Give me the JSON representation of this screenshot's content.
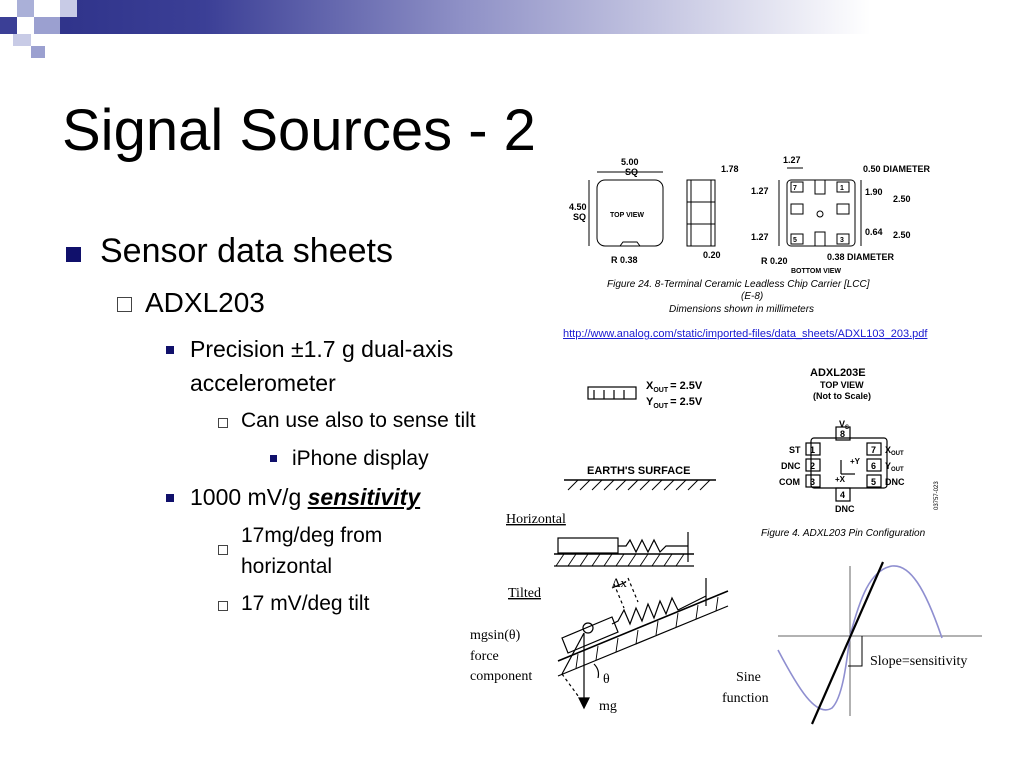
{
  "slide": {
    "title": "Signal Sources - 2",
    "bullets": {
      "b1": "Sensor data sheets",
      "b2": "ADXL203",
      "b3_line1": "Precision ±1.7 g dual-axis",
      "b3_line2": "accelerometer",
      "b4": "Can use also to sense tilt",
      "b5": "iPhone display",
      "b6_prefix": "1000 mV/g ",
      "b6_emph": "sensitivity",
      "b7_line1": "17mg/deg from",
      "b7_line2": "horizontal",
      "b8": "17 mV/deg tilt"
    }
  },
  "package_figure": {
    "dim_500": "5.00",
    "dim_sq_top": "SQ",
    "dim_450": "4.50",
    "dim_sq_left": "SQ",
    "top_view": "TOP VIEW",
    "r038": "R 0.38",
    "dim_178": "1.78",
    "dim_020": "0.20",
    "dim_127_top": "1.27",
    "dia_050": "0.50 DIAMETER",
    "dim_127_mid": "1.27",
    "dim_190": "1.90",
    "dim_250_a": "2.50",
    "dim_064": "0.64",
    "dim_127_low": "1.27",
    "dim_250_b": "2.50",
    "r020": "R 0.20",
    "dia_038": "0.38 DIAMETER",
    "bottom_view": "BOTTOM VIEW",
    "pads": [
      "7",
      "1",
      "5",
      "3"
    ],
    "caption_line1": "Figure 24. 8-Terminal Ceramic Leadless Chip Carrier [LCC]",
    "caption_line2": "(E-8)",
    "caption_line3": "Dimensions shown in millimeters"
  },
  "source_link": "http://www.analog.com/static/imported-files/data_sheets/ADXL103_203.pdf",
  "orientation_figure": {
    "xout": "X",
    "xout_sub": "OUT",
    "xout_val": "= 2.5V",
    "yout": "Y",
    "yout_sub": "OUT",
    "yout_val": "= 2.5V",
    "earth": "EARTH'S SURFACE"
  },
  "pin_figure": {
    "name": "ADXL203E",
    "view": "TOP VIEW",
    "scale": "(Not to Scale)",
    "vs": "V",
    "vs_sub": "S",
    "pins": [
      "8",
      "1",
      "7",
      "2",
      "6",
      "3",
      "5",
      "4"
    ],
    "st": "ST",
    "dnc_left": "DNC",
    "com": "COM",
    "xout": "X",
    "xout_sub": "OUT",
    "yout": "Y",
    "yout_sub": "OUT",
    "dnc_right": "DNC",
    "dnc_bottom": "DNC",
    "axis_y": "+Y",
    "axis_x": "+X",
    "code": "03757-023",
    "caption": "Figure 4. ADXL203 Pin Configuration"
  },
  "tilt_diagram": {
    "horizontal": "Horizontal",
    "tilted": "Tilted",
    "dx": "Δx",
    "force_line1": "mgsin(θ)",
    "force_line2": "force",
    "force_line3": "component",
    "theta": "θ",
    "mg": "mg"
  },
  "sine_diagram": {
    "label1": "Sine",
    "label2": "function",
    "slope": "Slope=sensitivity"
  },
  "colors": {
    "bullet_square": "#10106b",
    "header_dark": "#2b2f86",
    "link": "#1a1ad0",
    "sine_curve": "#8f8fd0"
  }
}
